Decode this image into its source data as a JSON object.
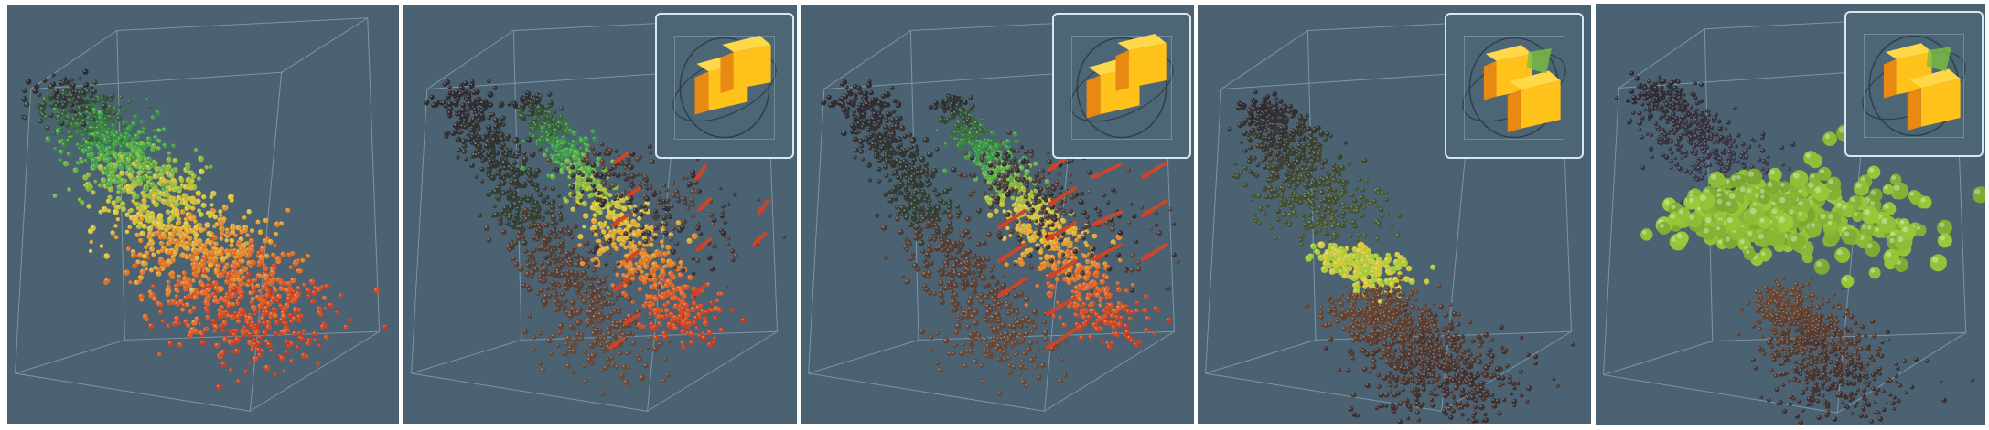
{
  "figure": {
    "panel_count": 5,
    "background_color": "#4a6272",
    "frame_color": "#8fa6b4",
    "point_colors": {
      "dark": "#2e2a32",
      "green": "#3fa84a",
      "yellow": "#e0c83a",
      "orange": "#e0702a",
      "red": "#c83a22",
      "lime": "#9ccc3a"
    },
    "arrow_color": "#c8482a",
    "cube_colors": {
      "front": "#ffc21a",
      "side": "#e88a12",
      "top": "#ffd84a",
      "green": "#7cc040"
    },
    "panels": [
      {
        "id": "panel-1",
        "has_inset": false,
        "has_arrows": false
      },
      {
        "id": "panel-2",
        "has_inset": true,
        "has_arrows": true
      },
      {
        "id": "panel-3",
        "has_inset": true,
        "has_arrows": true
      },
      {
        "id": "panel-4",
        "has_inset": true,
        "has_arrows": false
      },
      {
        "id": "panel-5",
        "has_inset": true,
        "has_arrows": false
      }
    ]
  }
}
